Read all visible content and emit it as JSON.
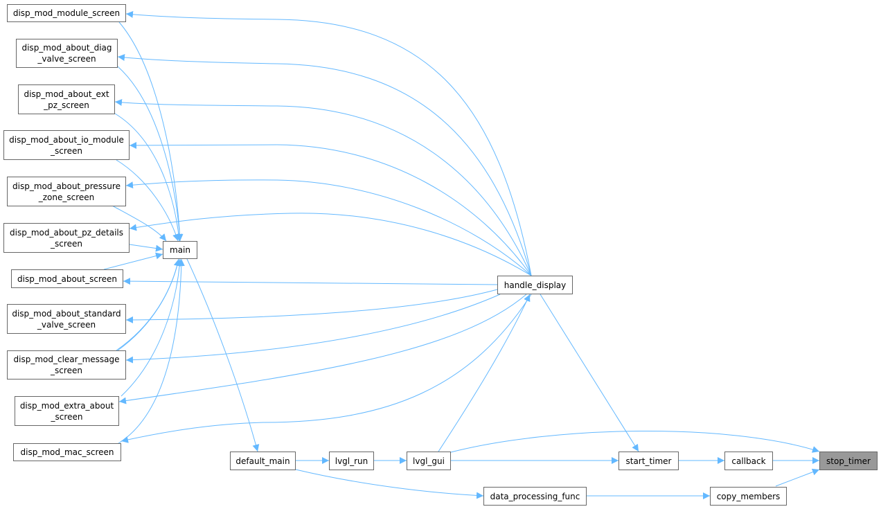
{
  "diagram": {
    "type": "call-graph",
    "colors": {
      "edge": "#63b8ff",
      "node_border": "#666666",
      "node_fill": "#ffffff",
      "focus_fill": "#999999"
    },
    "nodes": {
      "disp_mod_module_screen": "disp_mod_module_screen",
      "disp_mod_about_diag_valve_screen": "disp_mod_about_diag\n_valve_screen",
      "disp_mod_about_ext_pz_screen": "disp_mod_about_ext\n_pz_screen",
      "disp_mod_about_io_module_screen": "disp_mod_about_io_module\n_screen",
      "disp_mod_about_pressure_zone_screen": "disp_mod_about_pressure\n_zone_screen",
      "disp_mod_about_pz_details_screen": "disp_mod_about_pz_details\n_screen",
      "disp_mod_about_screen": "disp_mod_about_screen",
      "disp_mod_about_standard_valve_screen": "disp_mod_about_standard\n_valve_screen",
      "disp_mod_clear_message_screen": "disp_mod_clear_message\n_screen",
      "disp_mod_extra_about_screen": "disp_mod_extra_about\n_screen",
      "disp_mod_mac_screen": "disp_mod_mac_screen",
      "main": "main",
      "handle_display": "handle_display",
      "default_main": "default_main",
      "lvgl_run": "lvgl_run",
      "lvgl_gui": "lvgl_gui",
      "start_timer": "start_timer",
      "callback": "callback",
      "stop_timer": "stop_timer",
      "data_processing_func": "data_processing_func",
      "copy_members": "copy_members"
    },
    "edges": [
      [
        "callback",
        "stop_timer"
      ],
      [
        "copy_members",
        "stop_timer"
      ],
      [
        "lvgl_gui",
        "stop_timer"
      ],
      [
        "start_timer",
        "callback"
      ],
      [
        "data_processing_func",
        "copy_members"
      ],
      [
        "lvgl_gui",
        "start_timer"
      ],
      [
        "handle_display",
        "start_timer"
      ],
      [
        "lvgl_run",
        "lvgl_gui"
      ],
      [
        "default_main",
        "lvgl_run"
      ],
      [
        "default_main",
        "data_processing_func"
      ],
      [
        "main",
        "default_main"
      ],
      [
        "lvgl_gui",
        "handle_display"
      ],
      [
        "handle_display",
        "disp_mod_module_screen"
      ],
      [
        "handle_display",
        "disp_mod_about_diag_valve_screen"
      ],
      [
        "handle_display",
        "disp_mod_about_ext_pz_screen"
      ],
      [
        "handle_display",
        "disp_mod_about_io_module_screen"
      ],
      [
        "handle_display",
        "disp_mod_about_pressure_zone_screen"
      ],
      [
        "handle_display",
        "disp_mod_about_pz_details_screen"
      ],
      [
        "handle_display",
        "disp_mod_about_screen"
      ],
      [
        "handle_display",
        "disp_mod_about_standard_valve_screen"
      ],
      [
        "handle_display",
        "disp_mod_clear_message_screen"
      ],
      [
        "handle_display",
        "disp_mod_extra_about_screen"
      ],
      [
        "handle_display",
        "disp_mod_mac_screen"
      ],
      [
        "disp_mod_module_screen",
        "main"
      ],
      [
        "disp_mod_about_diag_valve_screen",
        "main"
      ],
      [
        "disp_mod_about_ext_pz_screen",
        "main"
      ],
      [
        "disp_mod_about_io_module_screen",
        "main"
      ],
      [
        "disp_mod_about_pressure_zone_screen",
        "main"
      ],
      [
        "disp_mod_about_pz_details_screen",
        "main"
      ],
      [
        "disp_mod_about_screen",
        "main"
      ],
      [
        "disp_mod_about_standard_valve_screen",
        "main"
      ],
      [
        "disp_mod_clear_message_screen",
        "main"
      ],
      [
        "disp_mod_extra_about_screen",
        "main"
      ],
      [
        "disp_mod_mac_screen",
        "main"
      ]
    ]
  }
}
